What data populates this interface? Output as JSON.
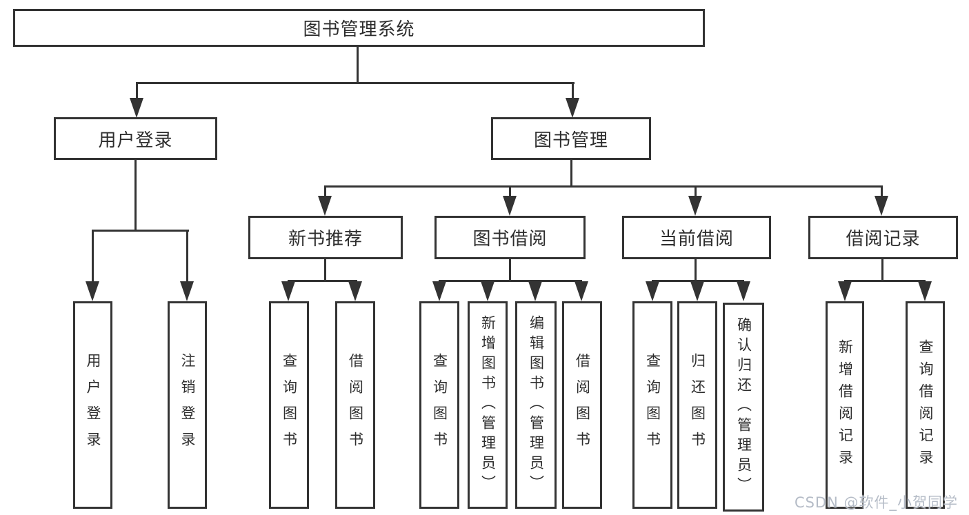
{
  "diagram": {
    "root": {
      "label": "图书管理系统",
      "children": [
        {
          "label": "用户登录",
          "children": [
            {
              "label": "用户登录"
            },
            {
              "label": "注销登录"
            }
          ]
        },
        {
          "label": "图书管理",
          "children": [
            {
              "label": "新书推荐",
              "children": [
                {
                  "label": "查询图书"
                },
                {
                  "label": "借阅图书"
                }
              ]
            },
            {
              "label": "图书借阅",
              "children": [
                {
                  "label": "查询图书"
                },
                {
                  "label": "新增图书（管理员）"
                },
                {
                  "label": "编辑图书（管理员）"
                },
                {
                  "label": "借阅图书"
                }
              ]
            },
            {
              "label": "当前借阅",
              "children": [
                {
                  "label": "查询图书"
                },
                {
                  "label": "归还图书"
                },
                {
                  "label": "确认归还（管理员）"
                }
              ]
            },
            {
              "label": "借阅记录",
              "children": [
                {
                  "label": "新增借阅记录"
                },
                {
                  "label": "查询借阅记录"
                }
              ]
            }
          ]
        }
      ]
    }
  },
  "watermark": "CSDN @软件_小贺同学",
  "colors": {
    "line": "#333333",
    "box_border": "#333333",
    "text": "#2d2d2d",
    "watermark": "#b5bcc7",
    "background": "#ffffff"
  }
}
